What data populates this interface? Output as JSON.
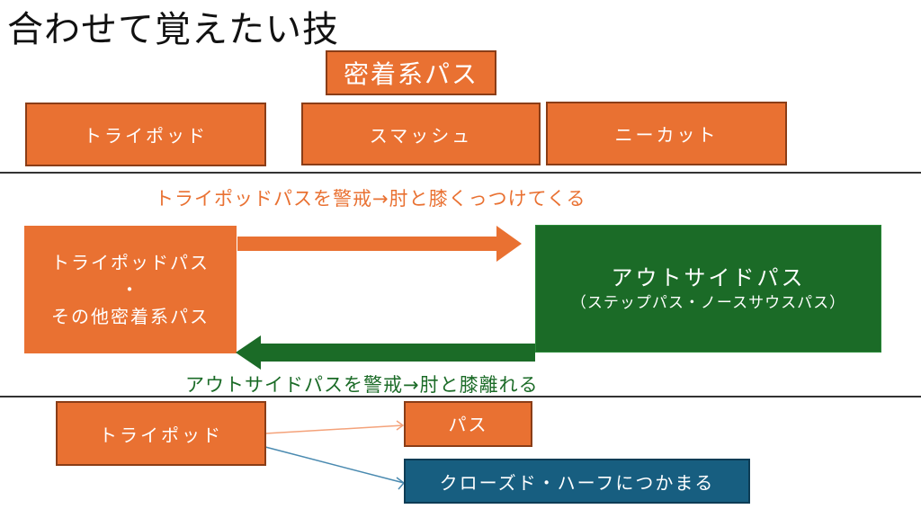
{
  "title": "合わせて覚えたい技",
  "header_badge": "密着系パス",
  "top_row": [
    {
      "label": "トライポッド"
    },
    {
      "label": "スマッシュ"
    },
    {
      "label": "ニーカット"
    }
  ],
  "middle": {
    "left_box": {
      "line1": "トライポッドパス",
      "line2": "・",
      "line3": "その他密着系パス"
    },
    "right_box": {
      "title": "アウトサイドパス",
      "subtitle": "（ステップパス・ノースサウスパス）"
    },
    "forward_label": "トライポッドパスを警戒→肘と膝くっつけてくる",
    "back_label": "アウトサイドパスを警戒→肘と膝離れる"
  },
  "bottom": {
    "source": "トライポッド",
    "targets": [
      {
        "label": "パス"
      },
      {
        "label": "クローズド・ハーフにつかまる"
      }
    ]
  },
  "colors": {
    "orange": "#e97132",
    "green": "#1b6b27",
    "blue": "#175e80",
    "connector_orange": "#f4a27a",
    "connector_blue": "#4a8ab0"
  }
}
